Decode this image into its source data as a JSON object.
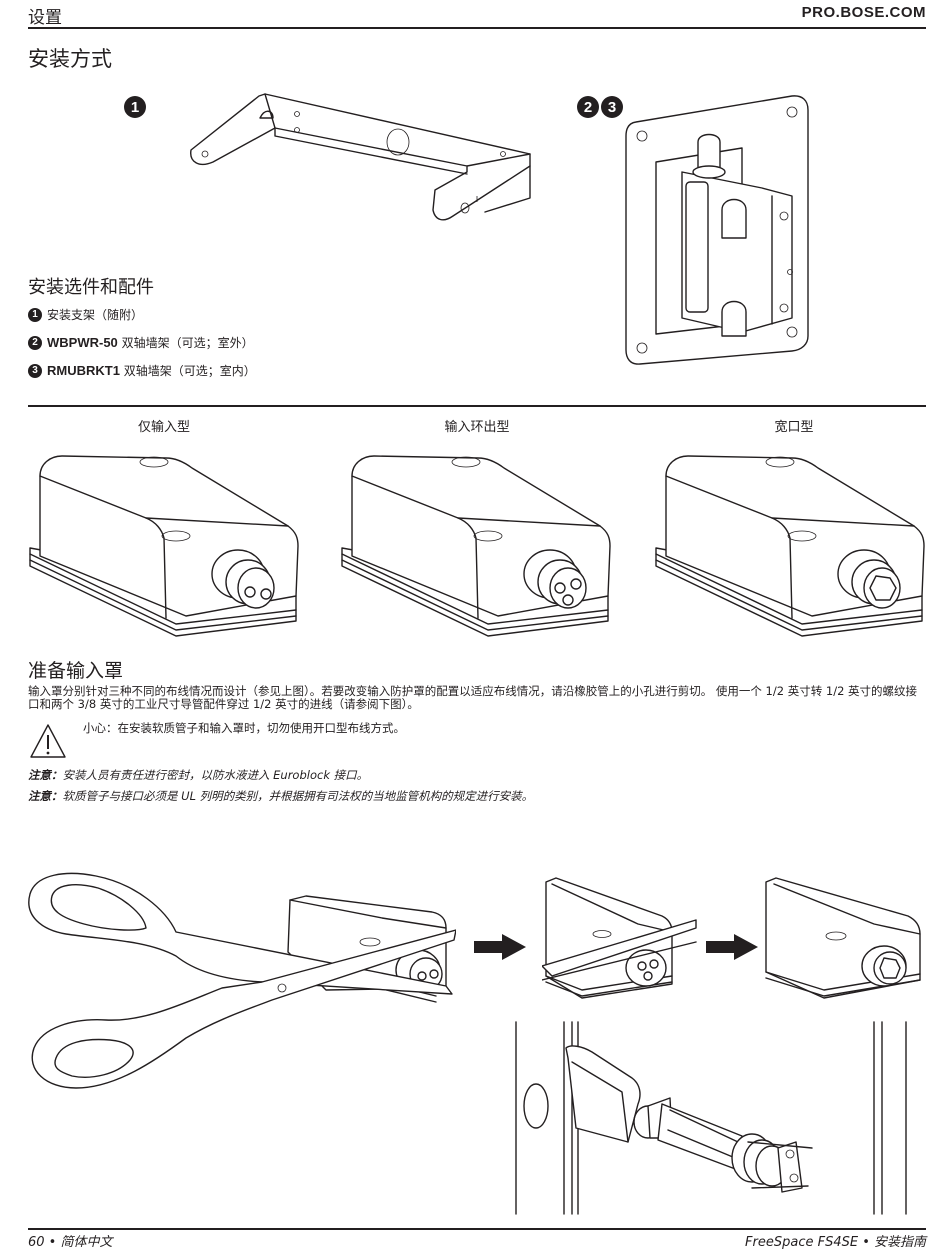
{
  "header": {
    "section": "设置",
    "site": "PRO.BOSE.COM"
  },
  "mounting": {
    "title": "安装方式",
    "badge_1": "1",
    "badge_2": "2",
    "badge_3": "3"
  },
  "options": {
    "title": "安装选件和配件",
    "items": [
      {
        "num": "1",
        "model": "",
        "text": "安装支架（随附）"
      },
      {
        "num": "2",
        "model": "WBPWR-50",
        "text": " 双轴墙架（可选；室外）"
      },
      {
        "num": "3",
        "model": "RMUBRKT1",
        "text": " 双轴墙架（可选；室内）"
      }
    ]
  },
  "covers": {
    "labels": [
      "仅输入型",
      "输入环出型",
      "宽口型"
    ]
  },
  "prepare": {
    "title": "准备输入罩",
    "paragraph": "输入罩分别针对三种不同的布线情况而设计（参见上图）。若要改变输入防护罩的配置以适应布线情况，请沿橡胶管上的小孔进行剪切。 使用一个 1/2 英寸转 1/2 英寸的螺纹接口和两个 3/8 英寸的工业尺寸导管配件穿过 1/2 英寸的进线（请参阅下图）。",
    "caution_label": "小心：",
    "caution_text": "在安装软质管子和输入罩时，切勿使用开口型布线方式。",
    "note1_label": "注意：",
    "note1_text": "安装人员有责任进行密封，以防水液进入 Euroblock 接口。",
    "note2_label": "注意：",
    "note2_text": "软质管子与接口必须是 UL 列明的类别，并根据拥有司法权的当地监管机构的规定进行安装。"
  },
  "footer": {
    "page": "60 • 简体中文",
    "doc": "FreeSpace FS4SE • 安装指南"
  }
}
